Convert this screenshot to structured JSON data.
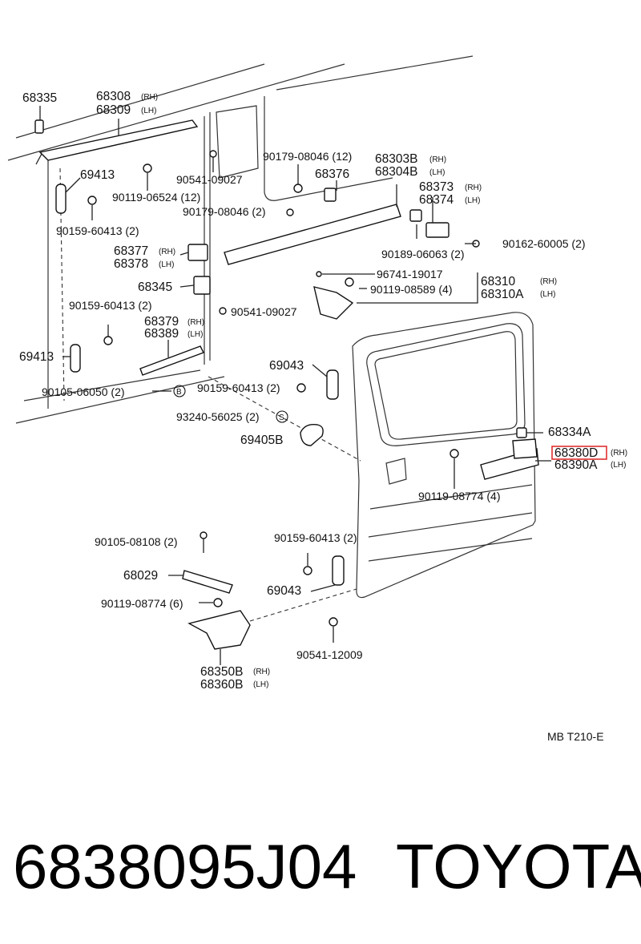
{
  "diagram_code": "MB T210-E",
  "footer": {
    "part_number": "6838095J04",
    "brand": "TOYOTA"
  },
  "highlight": {
    "accent": "#e03030",
    "part": "68380D"
  },
  "labels": {
    "p68335": "68335",
    "p68308": "68308",
    "p68308_side": "(RH)",
    "p68309": "68309",
    "p68309_side": "(LH)",
    "p69413a": "69413",
    "p90541a": "90541-09027",
    "p90119a": "90119-06524 (12)",
    "p90159a": "90159-60413 (2)",
    "p90179a": "90179-08046 (12)",
    "p68376": "68376",
    "p90179b": "90179-08046 (2)",
    "p68303b": "68303B",
    "p68303b_side": "(RH)",
    "p68304b": "68304B",
    "p68304b_side": "(LH)",
    "p68373": "68373",
    "p68373_side": "(RH)",
    "p68374": "68374",
    "p68374_side": "(LH)",
    "p90162": "90162-60005 (2)",
    "p90189": "90189-06063 (2)",
    "p68377": "68377",
    "p68377_side": "(RH)",
    "p68378": "68378",
    "p68378_side": "(LH)",
    "p68345": "68345",
    "p96741": "96741-19017",
    "p90119b": "90119-08589 (4)",
    "p68310": "68310",
    "p68310_side": "(RH)",
    "p68310a": "68310A",
    "p68310a_side": "(LH)",
    "p90159b": "90159-60413 (2)",
    "p90541b": "90541-09027",
    "p68379": "68379",
    "p68379_side": "(RH)",
    "p68389": "68389",
    "p68389_side": "(LH)",
    "p69413b": "69413",
    "p90105a": "90105-06050 (2)",
    "ref_b": "B",
    "p69043a": "69043",
    "p90159c": "90159-60413 (2)",
    "p93240": "93240-56025 (2)",
    "ref_s": "S",
    "p69405b": "69405B",
    "p68334a": "68334A",
    "p68380d": "68380D",
    "p68380d_side": "(RH)",
    "p68390a": "68390A",
    "p68390a_side": "(LH)",
    "p90119c": "90119-08774 (4)",
    "p90105b": "90105-08108 (2)",
    "p68029": "68029",
    "p90119d": "90119-08774 (6)",
    "p90159d": "90159-60413 (2)",
    "p69043b": "69043",
    "p90541c": "90541-12009",
    "p68350b": "68350B",
    "p68350b_side": "(RH)",
    "p68360b": "68360B",
    "p68360b_side": "(LH)"
  }
}
